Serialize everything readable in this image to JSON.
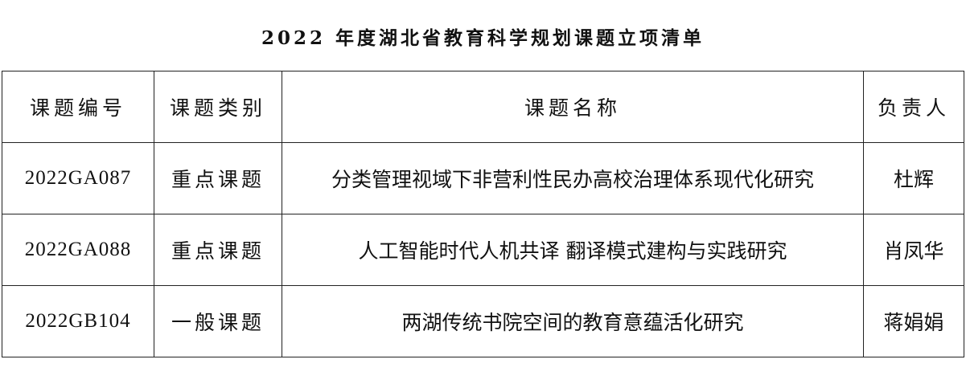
{
  "title": "2022 年度湖北省教育科学规划课题立项清单",
  "table": {
    "headers": [
      "课题编号",
      "课题类别",
      "课题名称",
      "负责人"
    ],
    "rows": [
      [
        "2022GA087",
        "重点课题",
        "分类管理视域下非营利性民办高校治理体系现代化研究",
        "杜辉"
      ],
      [
        "2022GA088",
        "重点课题",
        "人工智能时代人机共译 翻译模式建构与实践研究",
        "肖凤华"
      ],
      [
        "2022GB104",
        "一般课题",
        "两湖传统书院空间的教育意蕴活化研究",
        "蒋娟娟"
      ]
    ]
  }
}
